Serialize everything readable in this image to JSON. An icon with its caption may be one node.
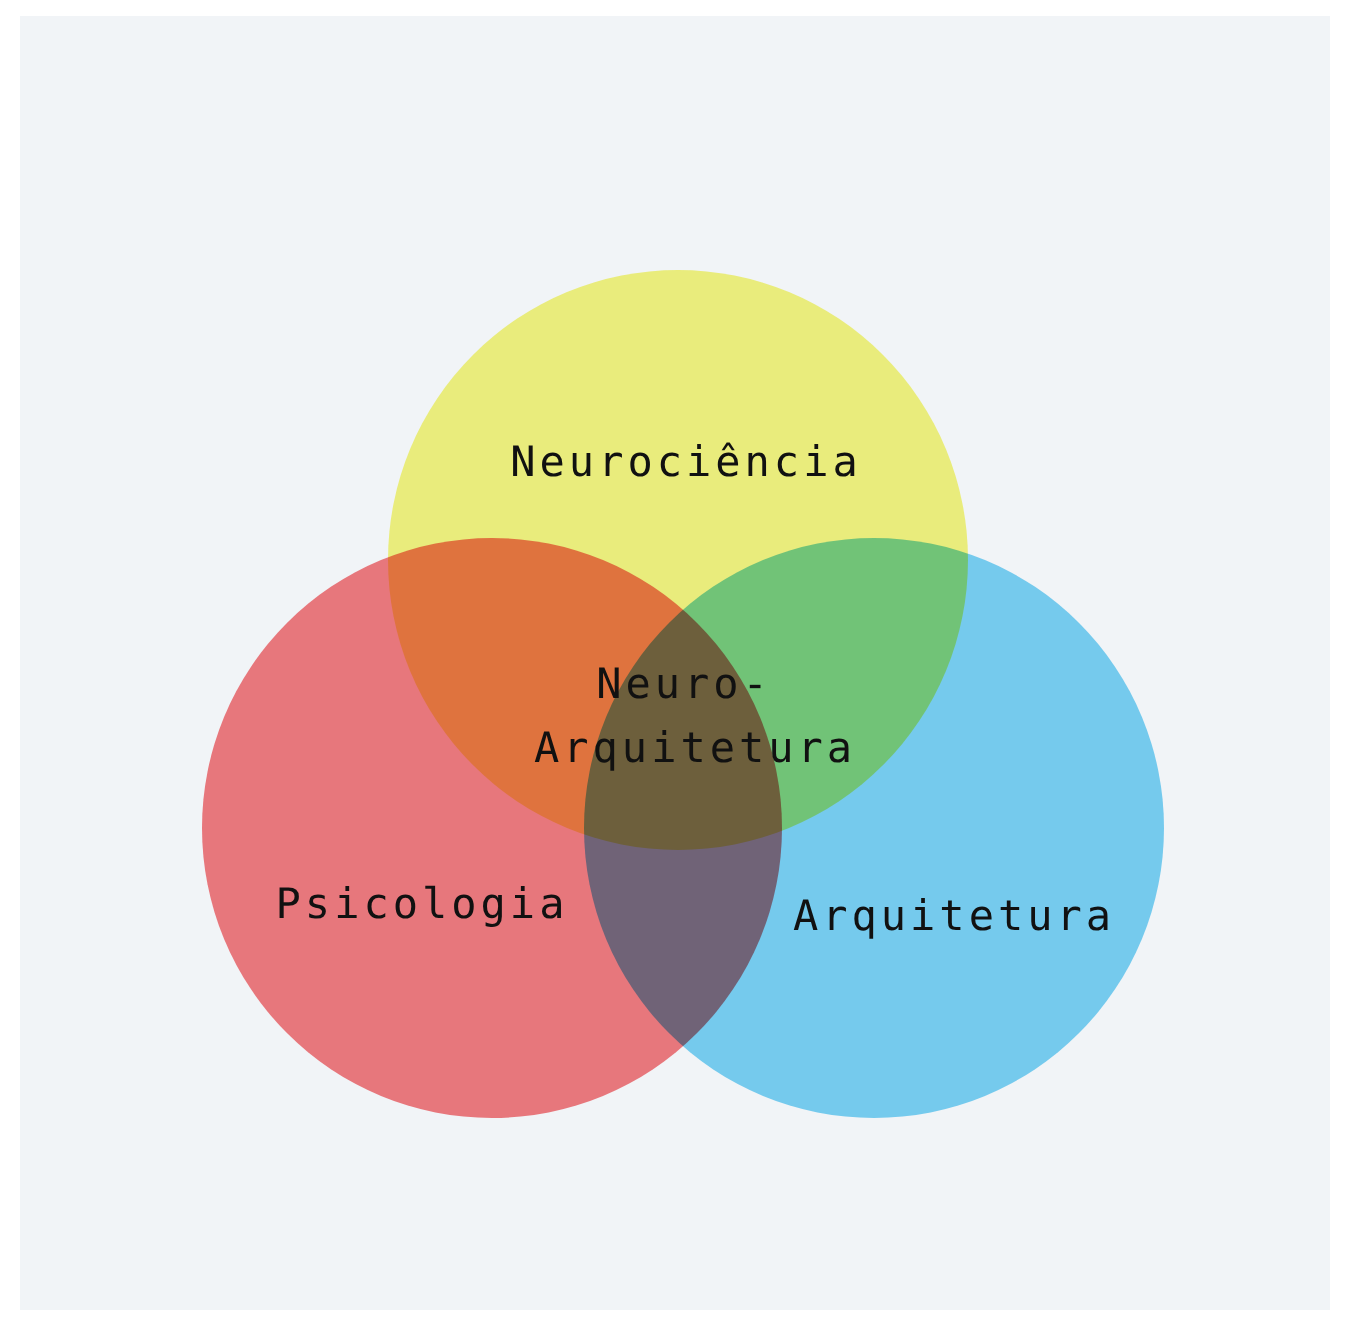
{
  "diagram": {
    "nodes": [
      {
        "text": [
          "Neurociência"
        ]
      },
      {
        "text": [
          "Psicologia"
        ]
      },
      {
        "text": [
          "Arquitetura"
        ]
      }
    ],
    "labels": [
      "Neuro- Arquitetura"
    ]
  }
}
